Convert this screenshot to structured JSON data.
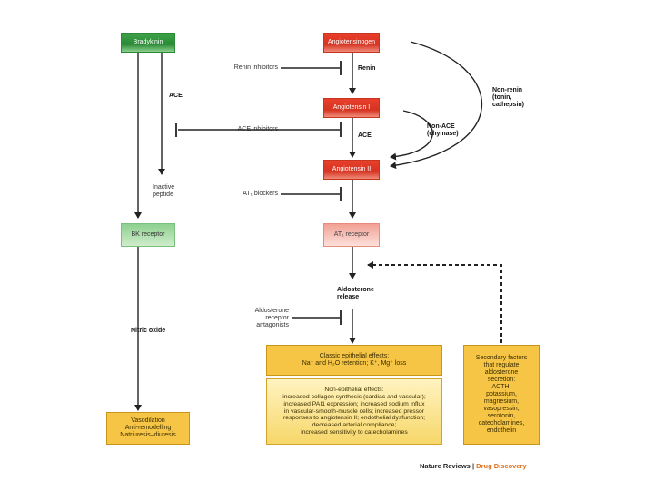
{
  "nodes": {
    "bradykinin": "Bradykinin",
    "angiotensinogen": "Angiotensinogen",
    "angiotensin_i": "Angiotensin I",
    "angiotensin_ii": "Angiotensin II",
    "bk_receptor": "BK receptor",
    "at1_receptor": "AT₁ receptor"
  },
  "labels": {
    "renin_inhibitors": "Renin inhibitors",
    "renin": "Renin",
    "ace_left": "ACE",
    "non_renin": "Non-renin\n(tonin,\ncathepsin)",
    "ace_inhibitors": "ACE inhibitors",
    "ace_mid": "ACE",
    "non_ace": "Non-ACE\n(chymase)",
    "inactive_peptide": "Inactive\npeptide",
    "at1_blockers": "AT₁ blockers",
    "aldosterone_release": "Aldosterone\nrelease",
    "aldosterone_antagonists": "Aldosterone\nreceptor\nantagonists",
    "nitric_oxide": "Nitric oxide"
  },
  "boxes": {
    "classic_effects": "Classic epithelial effects:\nNa⁺ and H₂O retention; K⁺, Mg⁺ loss",
    "non_epithelial": "Non-epithelial effects:\nincreased collagen synthesis (cardiac and vascular);\nincreased PAI1 expression; increased sodium influx\nin vascular-smooth-muscle cells; increased pressor\nresponses to angiotensin II; endothelial dysfunction;\ndecreased arterial compliance;\nincreased sensitivity to catecholamines",
    "secondary_factors": "Secondary factors\nthat regulate\naldosterone\nsecretion:\nACTH,\npotassium,\nmagnesium,\nvasopressin,\nserotonin,\ncatecholamines,\nendothelin",
    "vasodilation": "Vasodilation\nAnti-remodelling\nNatriuresis–diuresis"
  },
  "footer": {
    "journal": "Nature Reviews",
    "separator": "|",
    "section": "Drug Discovery"
  },
  "colors": {
    "green": "#2a8a36",
    "red": "#d63321",
    "yellow": "#f6c546",
    "accent_orange": "#e0731f"
  }
}
